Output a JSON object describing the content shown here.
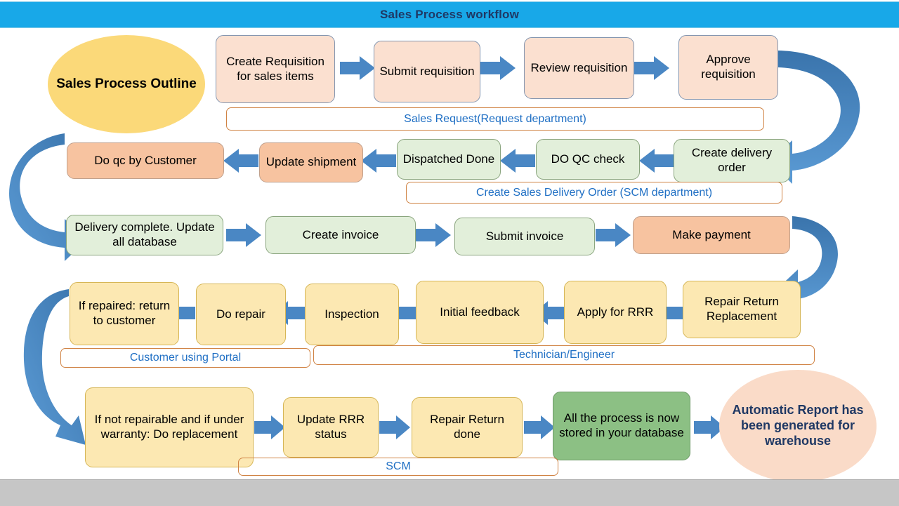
{
  "header": {
    "title": "Sales Process workflow",
    "bg_color": "#18a8e8",
    "text_color": "#1f3864"
  },
  "start_ellipse": {
    "label": "Sales Process Outline",
    "color": "#fbd979"
  },
  "end_ellipse": {
    "label": "Automatic Report has been generated for warehouse",
    "color": "#fadbc8"
  },
  "rows": {
    "row1": {
      "direction": "left-to-right",
      "nodes": [
        {
          "label": "Create Requisition for sales items",
          "color": "#fbe0d0"
        },
        {
          "label": "Submit requisition",
          "color": "#fbe0d0"
        },
        {
          "label": "Review requisition",
          "color": "#fbe0d0"
        },
        {
          "label": "Approve requisition",
          "color": "#fbe0d0"
        }
      ],
      "lane_label": "Sales Request(Request department)"
    },
    "row2": {
      "direction": "right-to-left",
      "nodes": [
        {
          "label": "Do qc by Customer",
          "color": "#f7c3a0"
        },
        {
          "label": "Update shipment",
          "color": "#f7c3a0"
        },
        {
          "label": "Dispatched Done",
          "color": "#e2efda"
        },
        {
          "label": "DO QC check",
          "color": "#e2efda"
        },
        {
          "label": "Create delivery order",
          "color": "#e2efda"
        }
      ],
      "lane_label": "Create Sales Delivery  Order (SCM department)"
    },
    "row3": {
      "direction": "left-to-right",
      "nodes": [
        {
          "label": "Delivery complete. Update all database",
          "color": "#e2efda"
        },
        {
          "label": "Create invoice",
          "color": "#e2efda"
        },
        {
          "label": "Submit invoice",
          "color": "#e2efda"
        },
        {
          "label": "Make payment",
          "color": "#f7c3a0"
        }
      ]
    },
    "row4": {
      "direction": "right-to-left",
      "nodes": [
        {
          "label": "If repaired: return to customer",
          "color": "#fce8b2"
        },
        {
          "label": "Do repair",
          "color": "#fce8b2"
        },
        {
          "label": "Inspection",
          "color": "#fce8b2"
        },
        {
          "label": "Initial feedback",
          "color": "#fce8b2"
        },
        {
          "label": "Apply for RRR",
          "color": "#fce8b2"
        },
        {
          "label": "Repair Return Replacement",
          "color": "#fce8b2"
        }
      ],
      "lane_label_left": "Customer using Portal",
      "lane_label_right": "Technician/Engineer"
    },
    "row5": {
      "direction": "left-to-right",
      "nodes": [
        {
          "label": "If not repairable and if under warranty: Do replacement",
          "color": "#fce8b2"
        },
        {
          "label": "Update RRR status",
          "color": "#fce8b2"
        },
        {
          "label": "Repair Return done",
          "color": "#fce8b2"
        },
        {
          "label": "All the process is now stored in your database",
          "color": "#8cc084"
        }
      ],
      "lane_label": "SCM"
    }
  },
  "colors": {
    "arrow_blue": "#4a87c4",
    "arrow_blue_dark": "#3a74ac",
    "lane_border": "#d08344",
    "lane_text": "#1f6fc4",
    "node_border": "#8496b0",
    "bottom_strip": "#c6c6c6"
  }
}
